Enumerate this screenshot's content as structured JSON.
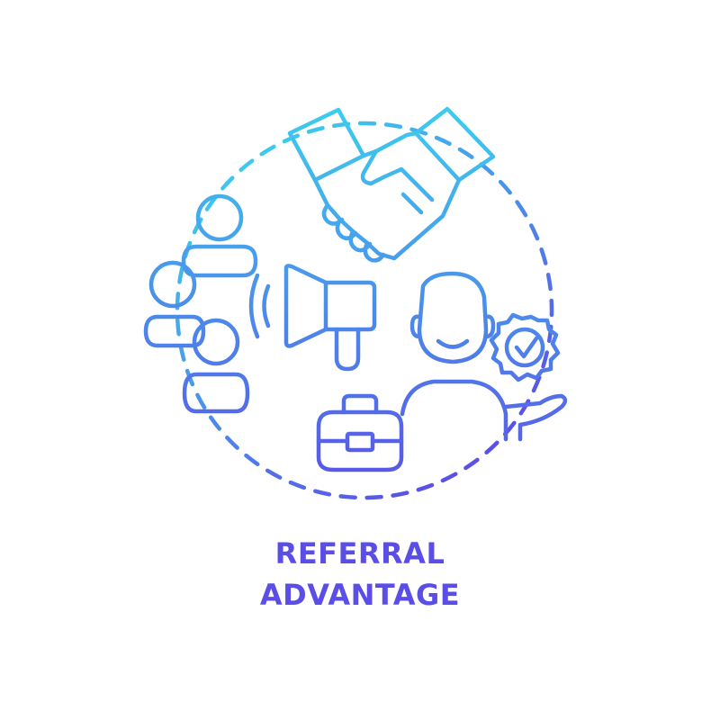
{
  "caption": {
    "line1": "REFERRAL",
    "line2": "ADVANTAGE"
  },
  "colors": {
    "gradient_top": "#3ccdee",
    "gradient_bottom": "#5b4ee6",
    "background": "#ffffff"
  },
  "icons": {
    "ring": "dashed-circle",
    "top": "handshake-icon",
    "left": "people-group-icon",
    "center": "megaphone-icon",
    "right": "person-icon",
    "badge": "gear-check-icon",
    "bottom": "briefcase-icon"
  }
}
